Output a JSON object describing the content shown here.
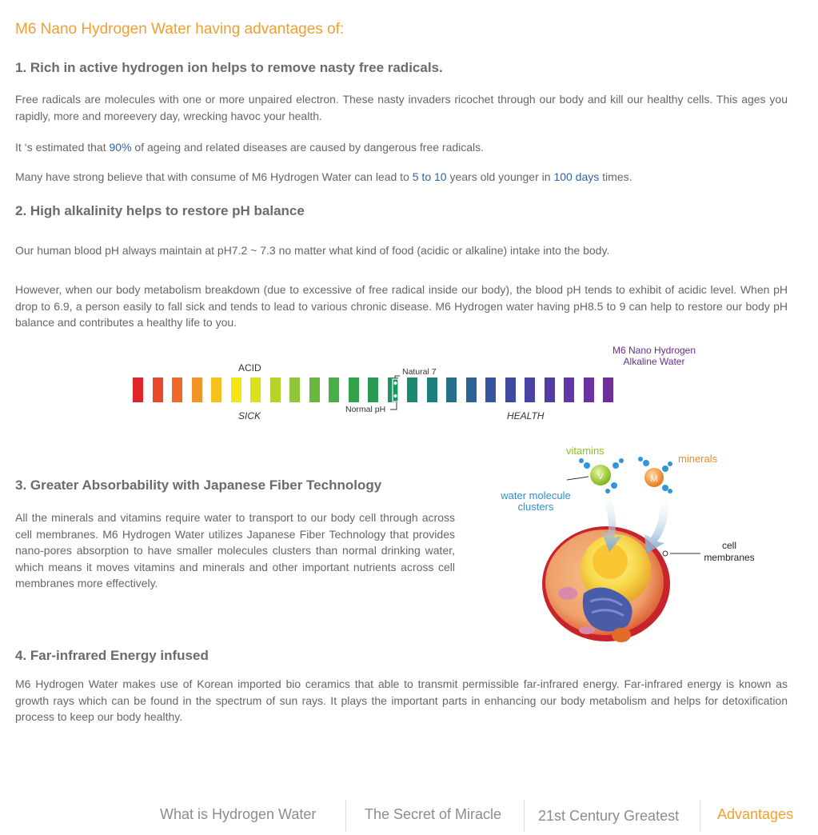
{
  "title": "M6 Nano Hydrogen Water having advantages of:",
  "sec1": {
    "heading": "1. Rich in active hydrogen ion helps to remove nasty free radicals.",
    "p1": "Free radicals are molecules with one or more unpaired electron. These nasty invaders ricochet through our body and kill our healthy cells. This ages you rapidly, more and moreevery day, wrecking havoc your health.",
    "p2_a": "It ‘s estimated that ",
    "p2_hl": "90%",
    "p2_b": " of ageing and related diseases are caused by dangerous free radicals.",
    "p3_a": "Many have strong believe that with consume of M6 Hydrogen Water can lead to ",
    "p3_hl1": "5 to 10",
    "p3_b": " years old younger in ",
    "p3_hl2": "100 days",
    "p3_c": " times."
  },
  "sec2": {
    "heading": "2. High alkalinity helps to restore pH balance",
    "p1": "Our human blood pH always maintain at pH7.2 ~ 7.3 no matter what kind of food (acidic or alkaline) intake into the body.",
    "p2": "However, when our body metabolism breakdown (due to excessive of free radical inside our body), the blood pH tends to exhibit of acidic level. When pH drop to 6.9, a person easily to fall sick and tends to lead to various chronic disease. M6 Hydrogen water having pH8.5 to 9 can help to restore our body pH balance and contributes a healthy life to you."
  },
  "ph_scale": {
    "acid": "ACID",
    "sick": "SICK",
    "health": "HEALTH",
    "natural": "Natural 7",
    "normal": "Normal pH",
    "m6_line1": "M6 Nano Hydrogen",
    "m6_line2": "Alkaline Water",
    "colors": [
      "#e0262a",
      "#e8482b",
      "#ef6a2a",
      "#f29327",
      "#f7c21d",
      "#f5e514",
      "#d9e21c",
      "#b4d42a",
      "#8fc63a",
      "#6cb83f",
      "#4aae46",
      "#34a24b",
      "#2a9a53",
      "#1f9360",
      "#1a8a6e",
      "#1c7f7c",
      "#24708a",
      "#2c6296",
      "#36559e",
      "#3f4aa2",
      "#4a42a4",
      "#563ba5",
      "#6236a6",
      "#6b32a4",
      "#6e2f9b"
    ]
  },
  "sec3": {
    "heading": "3. Greater Absorbability with Japanese Fiber Technology",
    "p1": "All the minerals and vitamins require water to transport to our body cell through across cell membranes. M6 Hydrogen Water utilizes Japanese Fiber Technology that provides nano-pores absorption to have smaller molecules clusters than normal drinking water, which means it moves vitamins and minerals and other important nutrients across cell membranes more effectively."
  },
  "cell_figure": {
    "vitamins": "vitamins",
    "minerals": "minerals",
    "water1": "water molecule",
    "water2": "clusters",
    "cell1": "cell",
    "cell2": "membranes",
    "v_symbol": "V",
    "m_symbol": "M"
  },
  "sec4": {
    "heading": "4. Far-infrared Energy infused",
    "p1": "M6 Hydrogen Water makes use of Korean imported bio ceramics that able to transmit permissible far-infrared energy. Far-infrared energy is known as growth rays which can be found in the spectrum of sun rays. It plays the important parts in enhancing our body metabolism and helps for detoxification process to keep our body healthy."
  },
  "nav": {
    "item1": "What is Hydrogen Water",
    "item2": "The Secret of Miracle",
    "item3": "21st Century Greatest",
    "item4": "Advantages",
    "active_color": "#f0a030"
  }
}
